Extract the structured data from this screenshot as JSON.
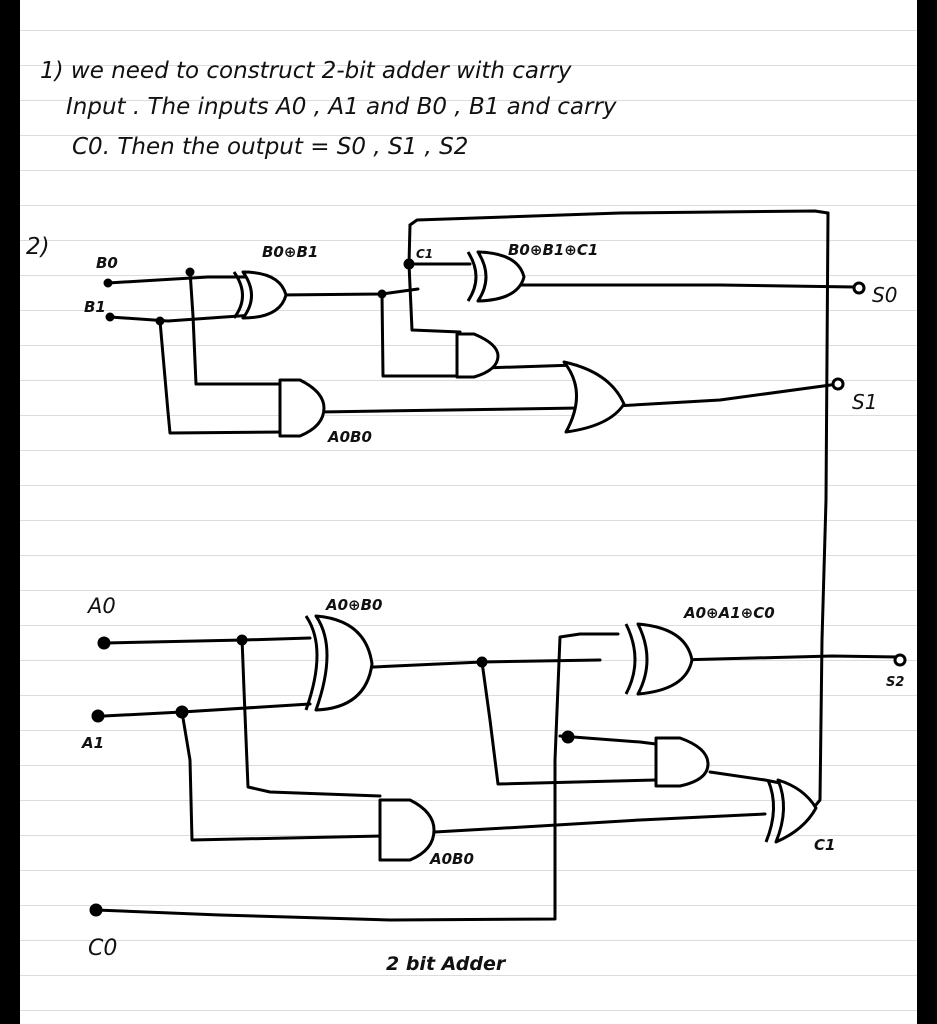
{
  "notes": {
    "line1": "1) we need to  construct 2-bit  adder with carry",
    "line2": "Input .  The  inputs  A0 , A1  and  B0 , B1   and  carry",
    "line3": "C0.  Then  the output = S0 , S1 , S2"
  },
  "diagram": {
    "section_number": "2)",
    "title": "2 bit Adder",
    "input_labels": {
      "b0": "B0",
      "b1": "B1",
      "a0": "A0",
      "a1": "A1",
      "c0": "C0"
    },
    "output_labels": {
      "s0": "S0",
      "s1": "S1",
      "s2": "S2"
    },
    "wire_labels": {
      "b0_xor_b1": "B0⊕B1",
      "c1_in": "C1",
      "b0_b1_c1": "B0⊕B1⊕C1",
      "a0b0_top": "A0B0",
      "a0_xor_b0": "A0⊕B0",
      "a0_a1_c0": "A0⊕A1⊕C0",
      "a0b0_bottom": "A0B0",
      "c1_out": "C1"
    }
  }
}
